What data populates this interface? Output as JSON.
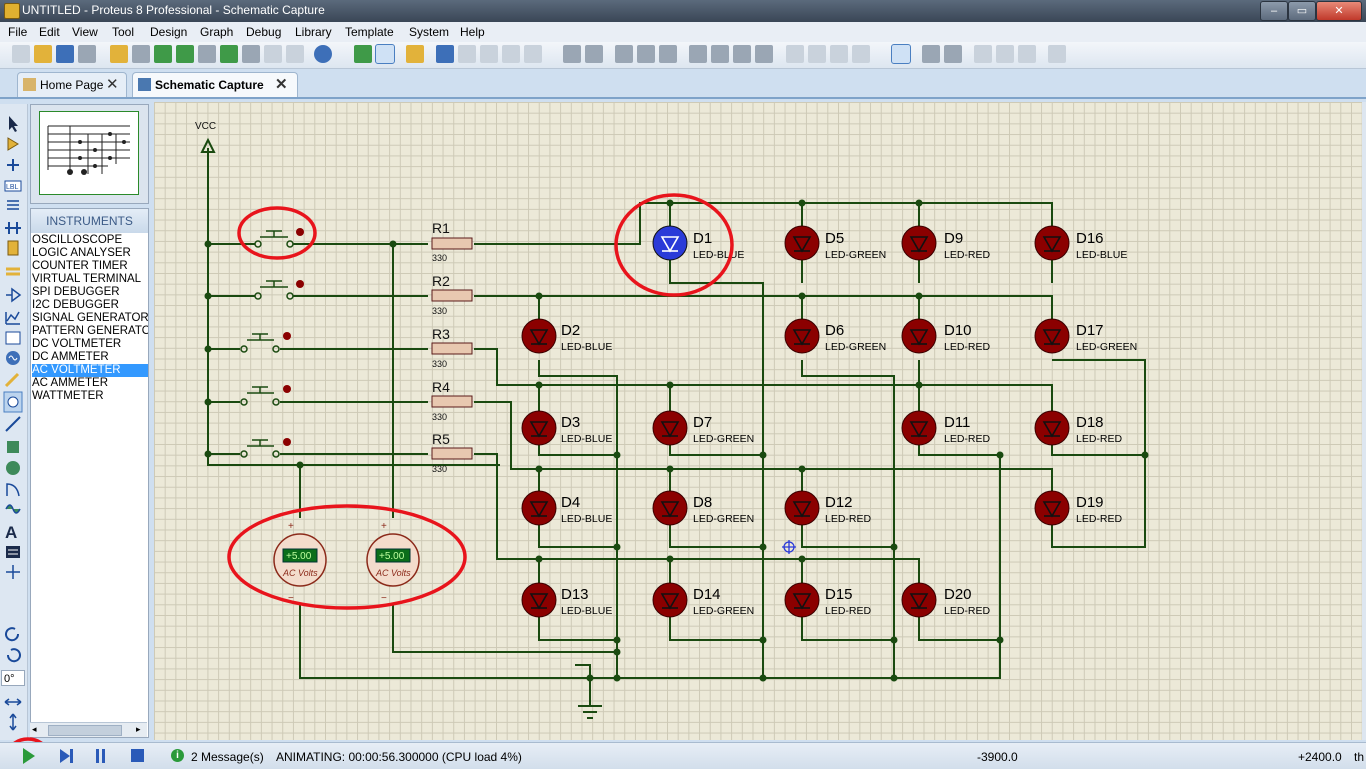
{
  "window": {
    "title": "UNTITLED - Proteus 8 Professional - Schematic Capture"
  },
  "menu": [
    "File",
    "Edit",
    "View",
    "Tool",
    "Design",
    "Graph",
    "Debug",
    "Library",
    "Template",
    "System",
    "Help"
  ],
  "tabs": [
    {
      "label": "Home Page",
      "active": false,
      "icon": "home-icon"
    },
    {
      "label": "Schematic Capture",
      "active": true,
      "icon": "schematic-icon"
    }
  ],
  "instruments": {
    "header": "INSTRUMENTS",
    "items": [
      "OSCILLOSCOPE",
      "LOGIC ANALYSER",
      "COUNTER TIMER",
      "VIRTUAL TERMINAL",
      "SPI DEBUGGER",
      "I2C DEBUGGER",
      "SIGNAL GENERATOR",
      "PATTERN GENERATO",
      "DC VOLTMETER",
      "DC AMMETER",
      "AC VOLTMETER",
      "AC AMMETER",
      "WATTMETER"
    ],
    "selected": "AC VOLTMETER"
  },
  "rotation": "0°",
  "schematic": {
    "vcc_label": "VCC",
    "resistors": [
      {
        "name": "R1",
        "value": "330"
      },
      {
        "name": "R2",
        "value": "330"
      },
      {
        "name": "R3",
        "value": "330"
      },
      {
        "name": "R4",
        "value": "330"
      },
      {
        "name": "R5",
        "value": "330"
      }
    ],
    "leds": [
      {
        "name": "D1",
        "type": "LED-BLUE",
        "lit": true
      },
      {
        "name": "D5",
        "type": "LED-GREEN"
      },
      {
        "name": "D9",
        "type": "LED-RED"
      },
      {
        "name": "D16",
        "type": "LED-BLUE"
      },
      {
        "name": "D2",
        "type": "LED-BLUE"
      },
      {
        "name": "D6",
        "type": "LED-GREEN"
      },
      {
        "name": "D10",
        "type": "LED-RED"
      },
      {
        "name": "D17",
        "type": "LED-GREEN"
      },
      {
        "name": "D3",
        "type": "LED-BLUE"
      },
      {
        "name": "D7",
        "type": "LED-GREEN"
      },
      {
        "name": "D11",
        "type": "LED-RED"
      },
      {
        "name": "D18",
        "type": "LED-RED"
      },
      {
        "name": "D4",
        "type": "LED-BLUE"
      },
      {
        "name": "D8",
        "type": "LED-GREEN"
      },
      {
        "name": "D12",
        "type": "LED-RED"
      },
      {
        "name": "D19",
        "type": "LED-RED"
      },
      {
        "name": "D13",
        "type": "LED-BLUE"
      },
      {
        "name": "D14",
        "type": "LED-GREEN"
      },
      {
        "name": "D15",
        "type": "LED-RED"
      },
      {
        "name": "D20",
        "type": "LED-RED"
      }
    ],
    "voltmeters": [
      {
        "reading": "+5.00",
        "label": "AC Volts",
        "plus": "+",
        "minus": "−"
      },
      {
        "reading": "+5.00",
        "label": "AC Volts",
        "plus": "+",
        "minus": "−"
      }
    ]
  },
  "status": {
    "messages": "2 Message(s)",
    "animating": "ANIMATING: 00:00:56.300000 (CPU load 4%)",
    "coord_x": "-3900.0",
    "coord_y": "+2400.0",
    "units": "th"
  },
  "colors": {
    "wire": "#1a4a10",
    "led_body": "#8b0000",
    "led_lit": "#2a3ad8",
    "annotation": "#e8141c",
    "meter_display": "#0b6e1a"
  }
}
